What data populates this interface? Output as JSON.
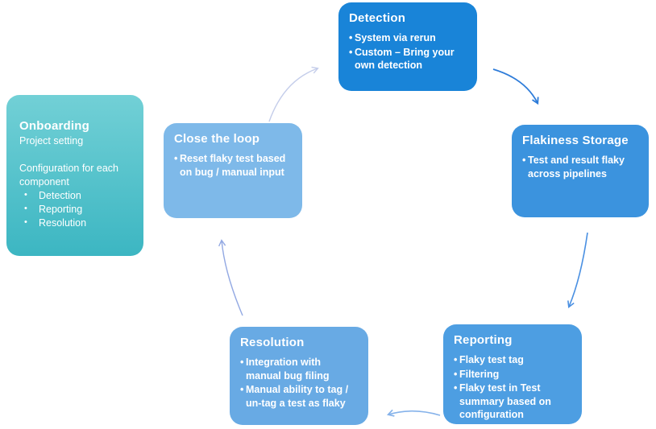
{
  "diagram": {
    "description": "Flaky test lifecycle diagram",
    "boxes": {
      "onboarding": {
        "title": "Onboarding",
        "subtitle": "Project setting",
        "body": "Configuration for each component",
        "bullets": [
          "Detection",
          "Reporting",
          "Resolution"
        ],
        "color_top": "#72D0D6",
        "color_bottom": "#3CB6C2",
        "text_color": "#FFFFFF"
      },
      "detection": {
        "title": "Detection",
        "bullets": [
          "System via rerun",
          "Custom – Bring your own detection"
        ],
        "color": "#1984D8",
        "text_color": "#FFFFFF"
      },
      "flakiness_storage": {
        "title": "Flakiness Storage",
        "bullets": [
          "Test and result flaky across pipelines"
        ],
        "color": "#3B93DE",
        "text_color": "#FFFFFF"
      },
      "reporting": {
        "title": "Reporting",
        "bullets": [
          "Flaky test tag",
          "Filtering",
          "Flaky test in Test summary based on configuration"
        ],
        "color": "#4D9EE2",
        "text_color": "#FFFFFF"
      },
      "resolution": {
        "title": "Resolution",
        "bullets": [
          "Integration with manual bug filing",
          "Manual ability to tag / un-tag a test as flaky"
        ],
        "color": "#68AAE4",
        "text_color": "#FFFFFF"
      },
      "close_the_loop": {
        "title": "Close the loop",
        "bullets": [
          "Reset flaky test based on bug / manual input"
        ],
        "color": "#7EB9E9",
        "text_color": "#FFFFFF"
      }
    },
    "arrows": [
      {
        "name": "close-the-loop-to-detection",
        "color": "#C4CDEA"
      },
      {
        "name": "detection-to-flakiness-storage",
        "color": "#2E7CD9"
      },
      {
        "name": "flakiness-storage-to-reporting",
        "color": "#4A90E2"
      },
      {
        "name": "reporting-to-resolution",
        "color": "#85B2EA"
      },
      {
        "name": "resolution-to-close-the-loop",
        "color": "#93A9E3"
      }
    ]
  }
}
